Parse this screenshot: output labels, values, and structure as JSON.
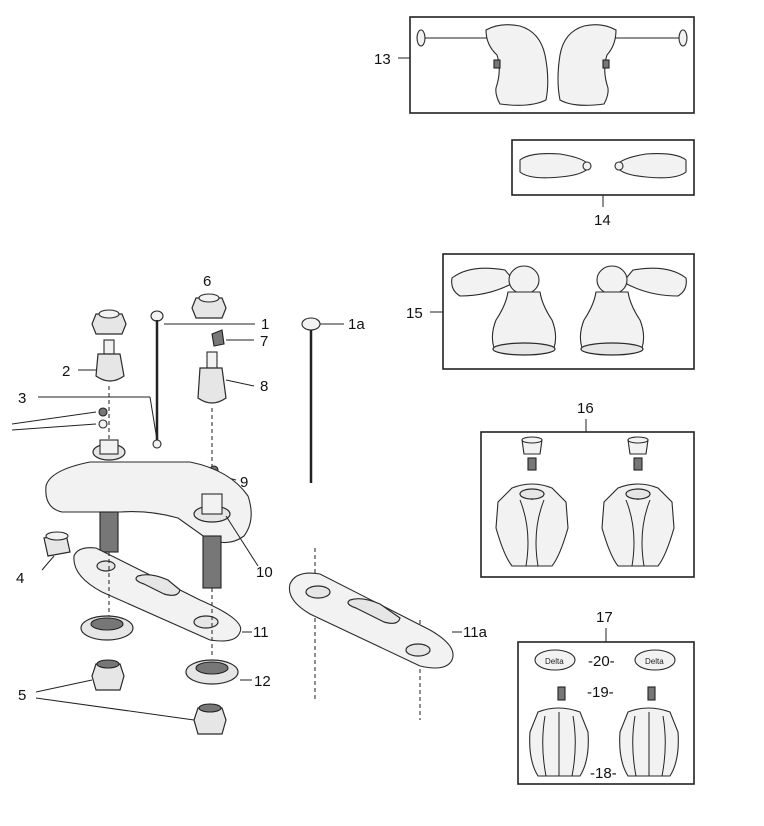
{
  "labels": {
    "l1": "1",
    "l1a": "1a",
    "l2": "2",
    "l3": "3",
    "l4": "4",
    "l5": "5",
    "l6": "6",
    "l7": "7",
    "l8": "8",
    "l9": "9",
    "l10": "10",
    "l11": "11",
    "l11a": "11a",
    "l12": "12",
    "l13": "13",
    "l14": "14",
    "l15": "15",
    "l16": "16",
    "l17": "17",
    "l18": "-18-",
    "l19": "-19-",
    "l20": "-20-"
  },
  "logo_text": "Delta"
}
